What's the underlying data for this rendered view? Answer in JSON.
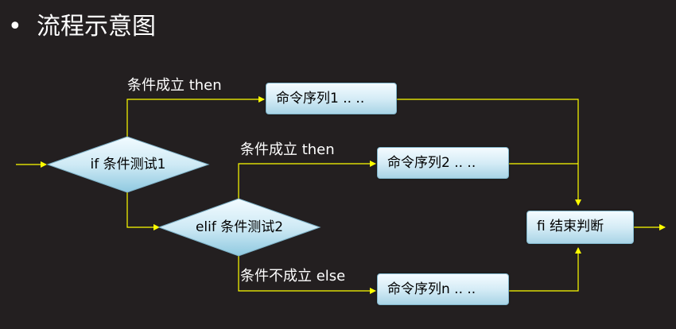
{
  "title": {
    "bullet": "•",
    "text": "流程示意图"
  },
  "nodes": {
    "if_test": "if  条件测试1",
    "elif_test": "elif  条件测试2",
    "cmd1": "命令序列1 .. ..",
    "cmd2": "命令序列2 .. ..",
    "cmdn": "命令序列n .. ..",
    "end": "fi  结束判断"
  },
  "edges": {
    "if_true": "条件成立   then",
    "elif_true": "条件成立   then",
    "else": "条件不成立  else"
  },
  "colors": {
    "background": "#231f20",
    "connector": "#ffff00",
    "text": "#ffffff"
  }
}
